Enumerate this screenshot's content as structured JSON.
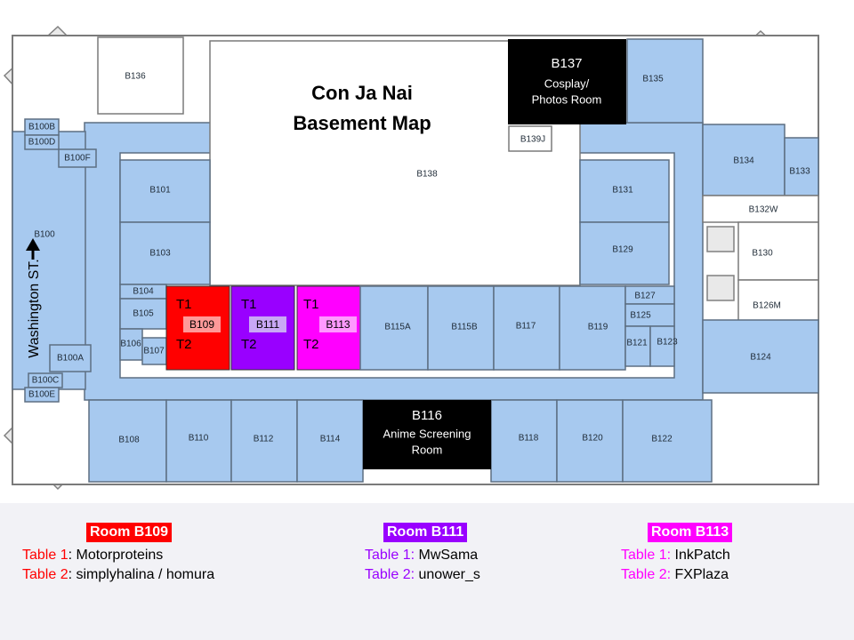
{
  "title_line1": "Con Ja Nai",
  "title_line2": "Basement Map",
  "street": "Washington ST.",
  "colors": {
    "room_b109": "#ff0000",
    "room_b111": "#9900ff",
    "room_b113": "#ff00ff",
    "room_fill": "#a7c9ef",
    "special": "#000000"
  },
  "special_rooms": {
    "b137": {
      "id": "B137",
      "name1": "Cosplay/",
      "name2": "Photos Room"
    },
    "b116": {
      "id": "B116",
      "name1": "Anime Screening",
      "name2": "Room"
    }
  },
  "highlight_rooms": {
    "b109": {
      "id": "B109",
      "t1": "T1",
      "t2": "T2"
    },
    "b111": {
      "id": "B111",
      "t1": "T1",
      "t2": "T2"
    },
    "b113": {
      "id": "B113",
      "t1": "T1",
      "t2": "T2"
    }
  },
  "rooms": [
    "B100",
    "B100B",
    "B100D",
    "B100F",
    "B100A",
    "B100C",
    "B100E",
    "B101",
    "B103",
    "B104",
    "B105",
    "B106",
    "B107",
    "B108",
    "B110",
    "B112",
    "B114",
    "B115A",
    "B115B",
    "B117",
    "B118",
    "B119",
    "B120",
    "B121",
    "B122",
    "B123",
    "B124",
    "B125",
    "B126M",
    "B127",
    "B129",
    "B130",
    "B131",
    "B132W",
    "B133",
    "B134",
    "B135",
    "B136",
    "B138",
    "B139J"
  ],
  "legend": [
    {
      "heading": "Room B109",
      "t1_label": "Table 1",
      "t1_value": ": Motorproteins",
      "t2_label": "Table 2",
      "t2_value": ": simplyhalina / homura"
    },
    {
      "heading": "Room B111",
      "t1_label": "Table 1:",
      "t1_value": " MwSama",
      "t2_label": "Table 2:",
      "t2_value": " unower_s"
    },
    {
      "heading": "Room B113",
      "t1_label": "Table 1:",
      "t1_value": " InkPatch",
      "t2_label": "Table 2:",
      "t2_value": " FXPlaza"
    }
  ]
}
